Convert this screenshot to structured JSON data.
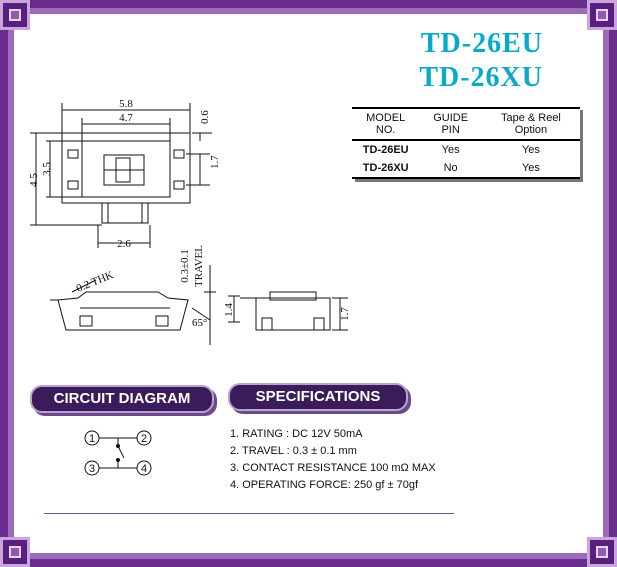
{
  "titles": {
    "line1": "TD-26EU",
    "line2": "TD-26XU"
  },
  "model_table": {
    "headers": [
      "MODEL NO.",
      "GUIDE PIN",
      "Tape & Reel Option"
    ],
    "rows": [
      {
        "model": "TD-26EU",
        "guide_pin": "Yes",
        "tape_reel": "Yes"
      },
      {
        "model": "TD-26XU",
        "guide_pin": "No",
        "tape_reel": "Yes"
      }
    ]
  },
  "drawing_labels": {
    "w_overall": "5.8",
    "w_inner": "4.7",
    "w_stem": "2.6",
    "h_overall": "4.5",
    "h_inner": "3.5",
    "top_gap": "0.6",
    "pin_pitch": "1.7",
    "travel_value": "0.3±0.1",
    "travel_word": "TRAVEL",
    "thickness": "0.2 THK",
    "angle": "65°",
    "side_height": "1.4",
    "side_pitch": "1.7"
  },
  "circuit": {
    "heading": "CIRCUIT DIAGRAM",
    "pins": [
      "1",
      "2",
      "3",
      "4"
    ]
  },
  "specifications": {
    "heading": "SPECIFICATIONS",
    "items": [
      "1. RATING : DC 12V  50mA",
      "2. TRAVEL : 0.3 ± 0.1 mm",
      "3. CONTACT RESISTANCE 100 mΩ MAX",
      "4. OPERATING FORCE: 250 gf ± 70gf"
    ]
  },
  "colors": {
    "frame": "#6a2c8e",
    "title": "#0aa9c8",
    "pill": "#3a1c5a"
  }
}
